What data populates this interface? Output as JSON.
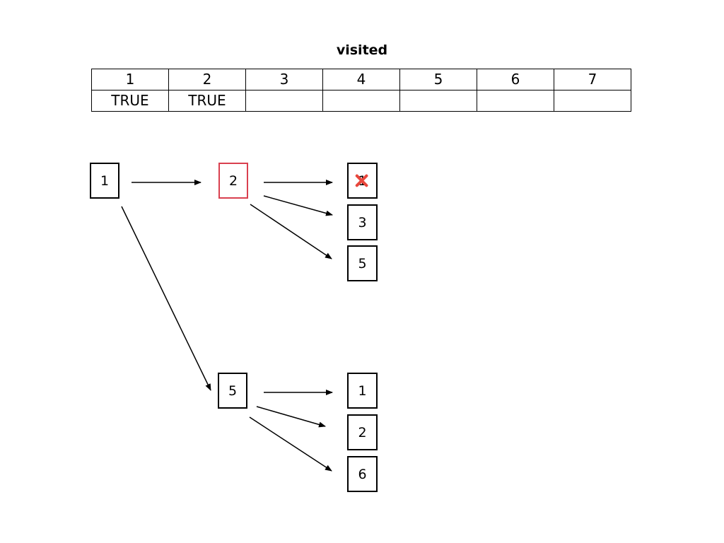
{
  "table": {
    "title": "visited",
    "headers": [
      "1",
      "2",
      "3",
      "4",
      "5",
      "6",
      "7"
    ],
    "values": [
      "TRUE",
      "TRUE",
      "",
      "",
      "",
      "",
      ""
    ]
  },
  "tree": {
    "root": {
      "label": "1"
    },
    "level1": [
      {
        "label": "2",
        "current": true
      },
      {
        "label": "5",
        "current": false
      }
    ],
    "children_of_2": [
      {
        "label": "1",
        "crossed_out": true
      },
      {
        "label": "3",
        "crossed_out": false
      },
      {
        "label": "5",
        "crossed_out": false
      }
    ],
    "children_of_5": [
      {
        "label": "1"
      },
      {
        "label": "2"
      },
      {
        "label": "6"
      }
    ]
  },
  "colors": {
    "current_node": "#d9404f",
    "cross_mark": "#e8473c",
    "edge": "#000000"
  }
}
